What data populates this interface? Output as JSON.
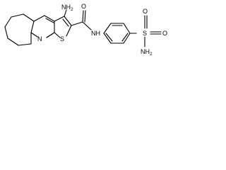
{
  "molecule": {
    "labels": {
      "amino_top": {
        "main": "NH",
        "sub": "2"
      },
      "ring_nitrogen": "N",
      "sulfur": "S",
      "amide_oxygen": "O",
      "amide_nh": "NH",
      "sulfonyl_sulfur": "S",
      "sulfonyl_oxygen_top": "O",
      "sulfonyl_oxygen_right": "O",
      "sulfonamide_nh2": {
        "main": "NH",
        "sub": "2"
      }
    }
  }
}
